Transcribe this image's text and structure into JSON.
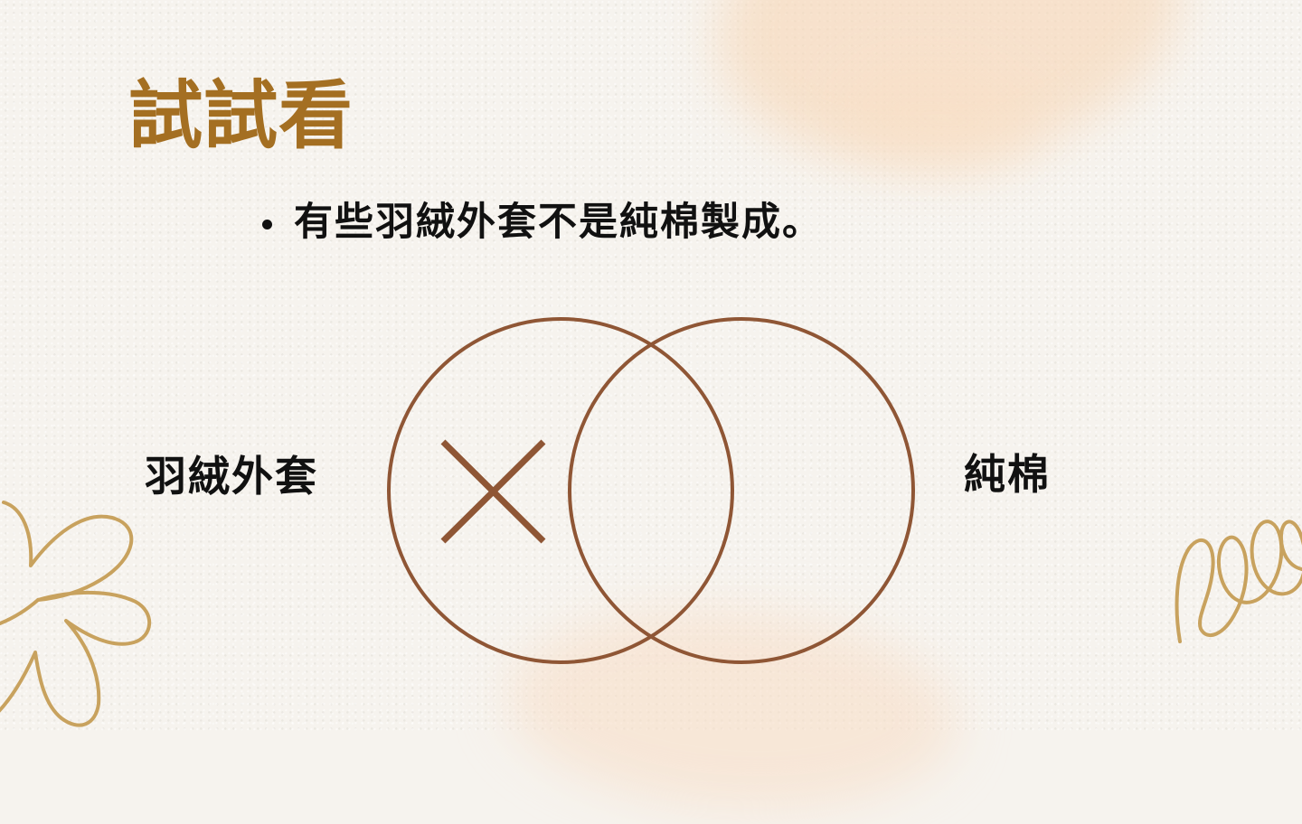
{
  "slide": {
    "title": "試試看",
    "statement": "有些羽絨外套不是純棉製成。"
  },
  "diagram": {
    "left_set_label": "羽絨外套",
    "right_set_label": "純棉",
    "marked_region": "left-only",
    "mark_symbol": "x-mark-icon"
  },
  "colors": {
    "title": "#a46f22",
    "text": "#111111",
    "circle_stroke": "#8f5635",
    "cross": "#8f5635",
    "ornament": "#c8a25e",
    "accent_blob": "#f7d6b6",
    "background": "#f6f3ee"
  },
  "ornaments": {
    "left": "flower-outline-icon",
    "right": "spiral-squiggle-icon"
  }
}
